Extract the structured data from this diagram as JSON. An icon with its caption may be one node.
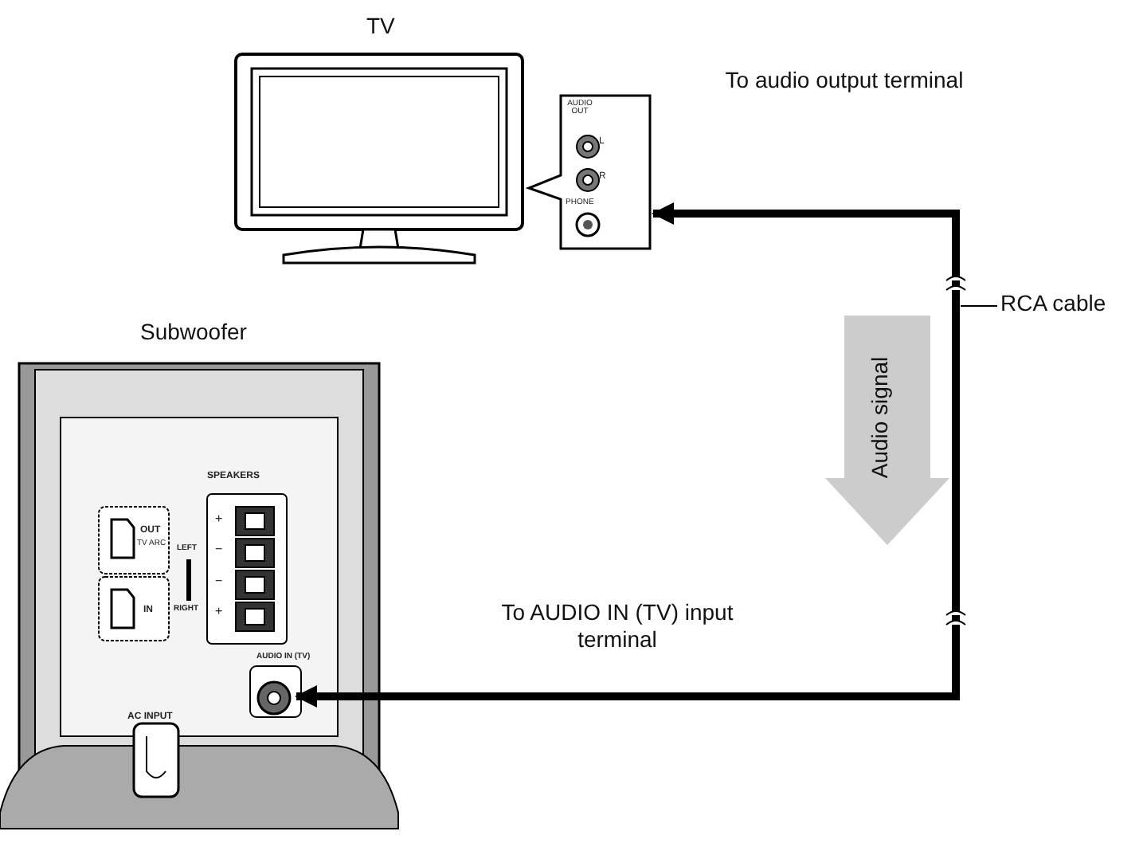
{
  "diagram": {
    "nodes": [
      {
        "text": [
          "TV"
        ]
      },
      {
        "text": [
          "AUDIO OUT",
          "L",
          "R",
          "PHONE"
        ]
      },
      {
        "text": [
          "RCA cable"
        ]
      },
      {
        "text": [
          "Subwoofer"
        ]
      },
      {
        "text": [],
        "shape": "circle",
        "in": 3
      }
    ],
    "edges": [
      {
        "from": 1,
        "to": 4,
        "arrow": "both",
        "style": "thick"
      },
      {
        "from": 2,
        "to": null,
        "arrow": "none"
      }
    ],
    "labels": [
      "To audio output terminal",
      "Audio signal",
      "To AUDIO IN (TV) input terminal",
      "OUT",
      "TV ARC",
      "IN",
      "SPEAKERS",
      "+",
      "−",
      "−",
      "+",
      "LEFT",
      "RIGHT",
      "AC INPUT",
      "AUDIO IN (TV)"
    ]
  }
}
